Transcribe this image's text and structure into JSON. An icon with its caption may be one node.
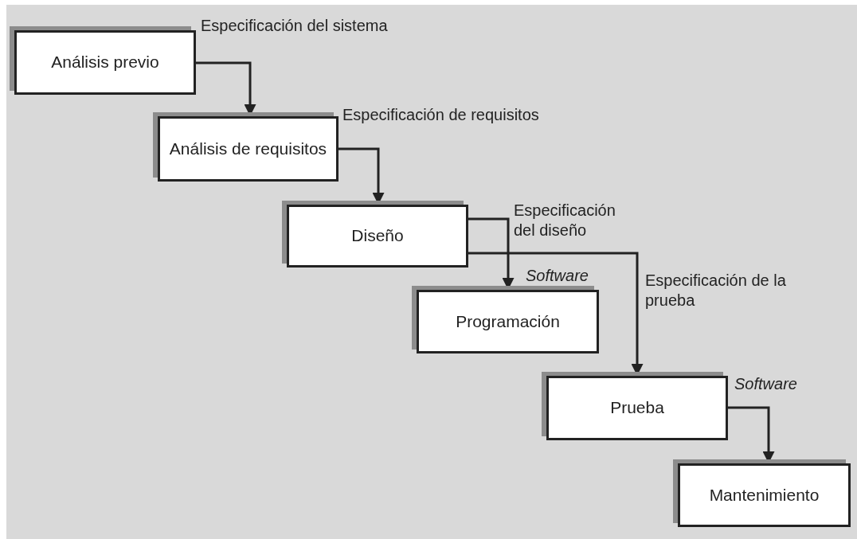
{
  "diagram": {
    "nodes": [
      {
        "text": [
          "Análisis previo"
        ]
      },
      {
        "text": [
          "Análisis de requisitos"
        ]
      },
      {
        "text": [
          "Diseño"
        ]
      },
      {
        "text": [
          "Programación"
        ]
      },
      {
        "text": [
          "Prueba"
        ]
      },
      {
        "text": [
          "Mantenimiento"
        ]
      }
    ],
    "edges": [
      {
        "from": 0,
        "to": 1,
        "arrow": "to",
        "label": "Especificación del sistema"
      },
      {
        "from": 1,
        "to": 2,
        "arrow": "to",
        "label": "Especificación de requisitos"
      },
      {
        "from": 2,
        "to": 3,
        "arrow": "to",
        "label": "Especificación del diseño"
      },
      {
        "from": 2,
        "to": 4,
        "arrow": "to",
        "label": "Especificación de la prueba"
      },
      {
        "from": 4,
        "to": 5,
        "arrow": "to",
        "label": "Software"
      }
    ],
    "labels": [
      "Software"
    ]
  }
}
